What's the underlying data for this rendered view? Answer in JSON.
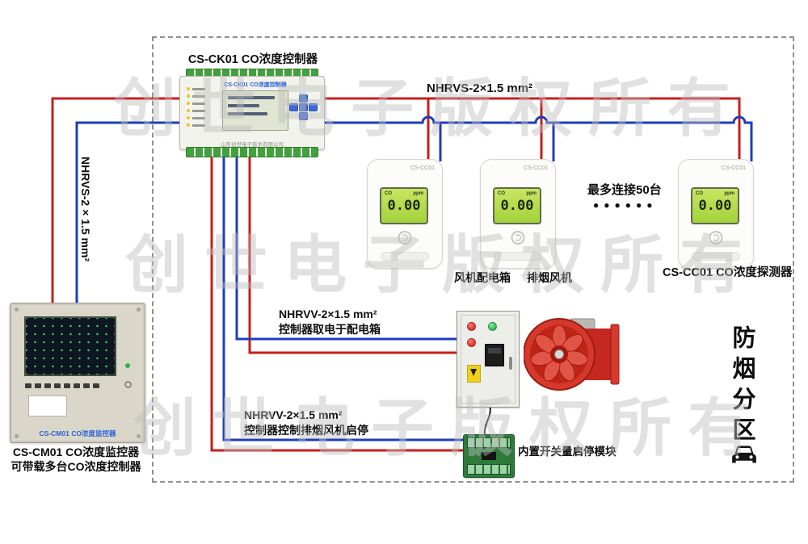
{
  "watermark": {
    "text": "创世电子版权所有"
  },
  "labels": {
    "controller_title": "CS-CK01 CO浓度控制器",
    "cable_top": "NHRVS-2×1.5 mm²",
    "cable_left": "NHRVS-2×1.5 mm²",
    "max_connect": "最多连接50台",
    "dots": "●●●●●●",
    "detector_caption": "CS-CC01 CO浓度探测器",
    "fan_box": "风机配电箱",
    "exhaust_fan": "排烟风机",
    "power_cable_line1": "NHRVV-2×1.5 mm²",
    "power_cable_line2": "控制器取电于配电箱",
    "control_cable_line1": "NHRVV-2×1.5 mm²",
    "control_cable_line2": "控制器控制排烟风机启停",
    "module_label": "内置开关量启停模块",
    "monitor_caption_line1": "CS-CM01 CO浓度监控器",
    "monitor_caption_line2": "可带载多台CO浓度控制器",
    "zone": "防烟分区"
  },
  "devices": {
    "controller": {
      "header": "CS-CK01 CO浓度控制器",
      "brand": "山东创世电子技术有限公司"
    },
    "detector": {
      "model": "CS-CC01",
      "gas": "CO",
      "unit": "ppm",
      "reading": "0.00"
    },
    "monitor": {
      "caption": "CS-CM01 CO浓度监控器"
    }
  },
  "colors": {
    "wire_red": "#c81d1d",
    "wire_blue": "#1e3eb8",
    "wire_black": "#1b1b1b"
  }
}
